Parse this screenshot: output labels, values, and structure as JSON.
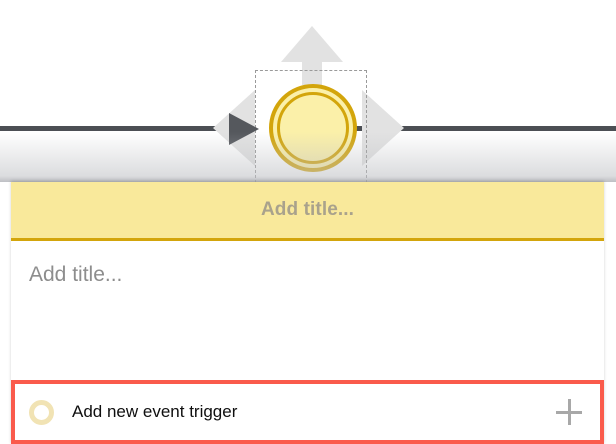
{
  "canvas": {
    "node": {
      "name": "event-node",
      "shape": "circle",
      "fill_color": "#fbf0a9",
      "ring_color": "#d3a50b"
    },
    "selection_box": {
      "style": "dashed",
      "color": "#9a9a9a"
    },
    "handles": {
      "move_up_icon": "arrow-up",
      "move_left_icon": "arrow-left",
      "move_right_icon": "arrow-right"
    },
    "connector_color": "#4c4f54"
  },
  "panel": {
    "header": {
      "title": "Add title...",
      "background_color": "#f9e99b",
      "text_color": "#a9a28c",
      "border_color": "#d3a50b"
    },
    "title_input": {
      "value": "",
      "placeholder": "Add title..."
    },
    "add_trigger": {
      "label": "Add new event trigger",
      "ring_icon": "ring-icon",
      "plus_icon": "plus-icon",
      "highlight_color": "#fa5b4c"
    }
  }
}
